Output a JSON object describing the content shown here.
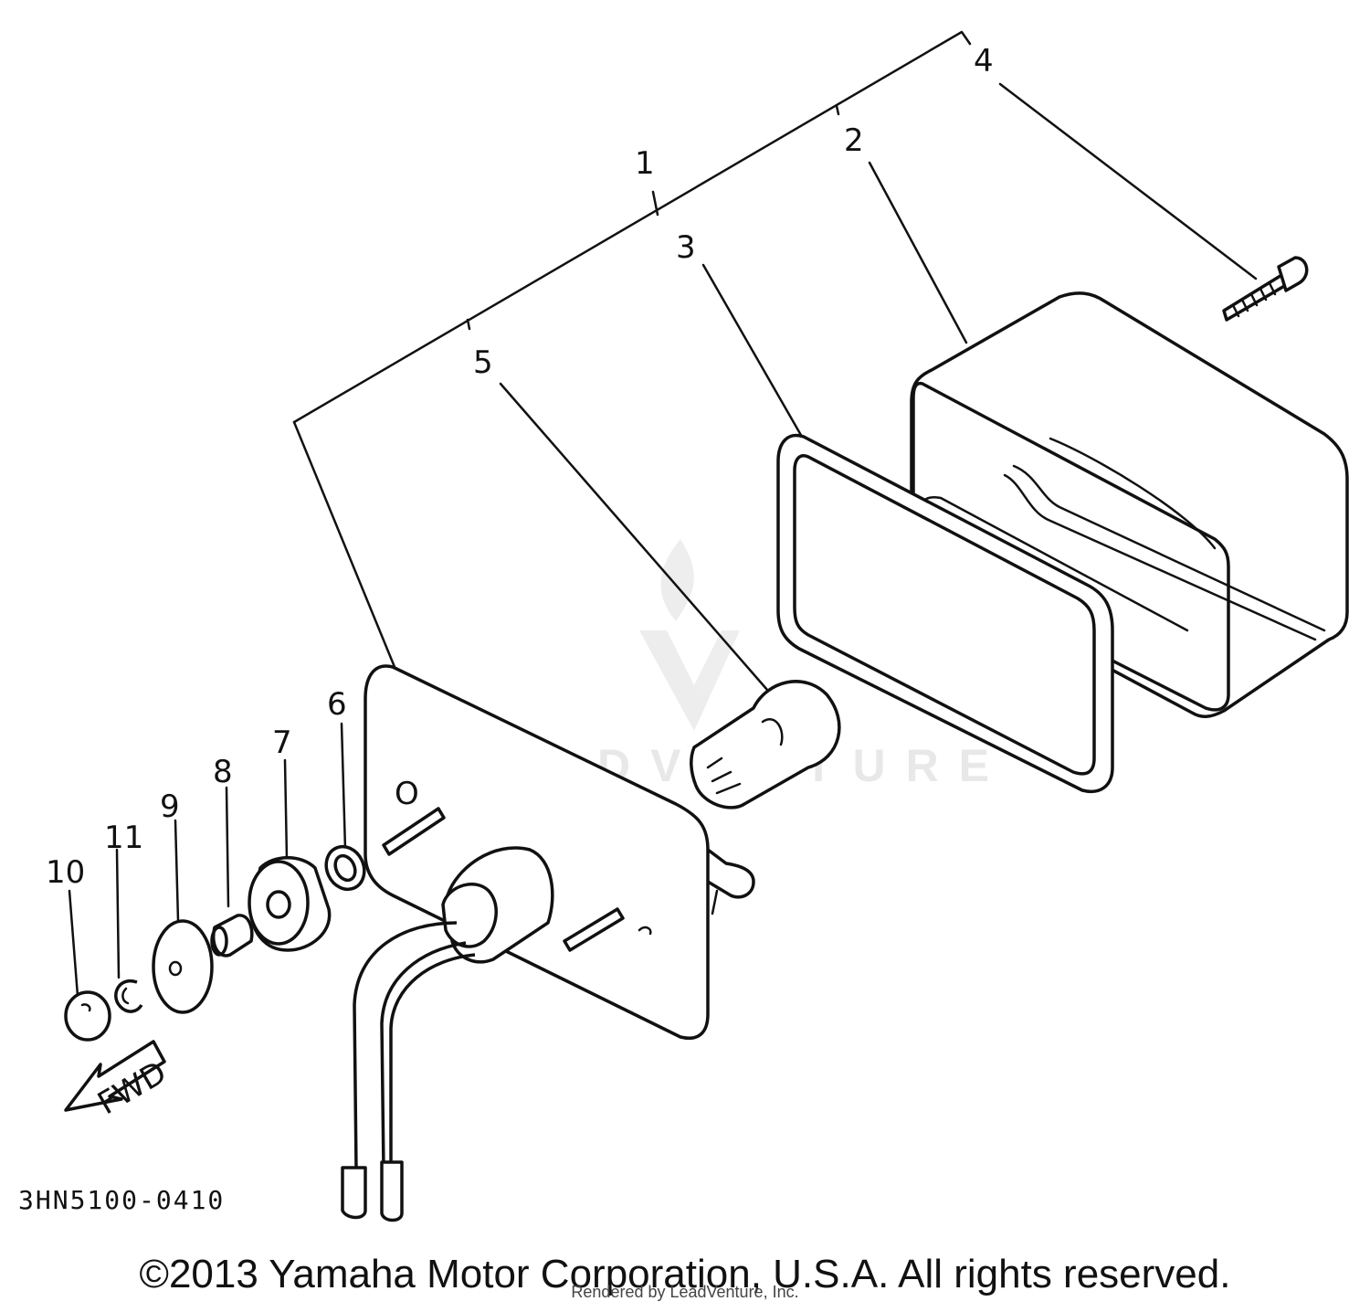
{
  "diagram": {
    "callouts": [
      "1",
      "2",
      "3",
      "4",
      "5",
      "6",
      "7",
      "8",
      "9",
      "10",
      "11"
    ],
    "arrow_label": "FWD",
    "part_code": "3HN5100-0410",
    "watermark": "LEADVENTURE"
  },
  "footer": {
    "copyright": "©2013 Yamaha Motor Corporation, U.S.A. All rights reserved.",
    "rendered_by": "Rendered by LeadVenture, Inc."
  }
}
